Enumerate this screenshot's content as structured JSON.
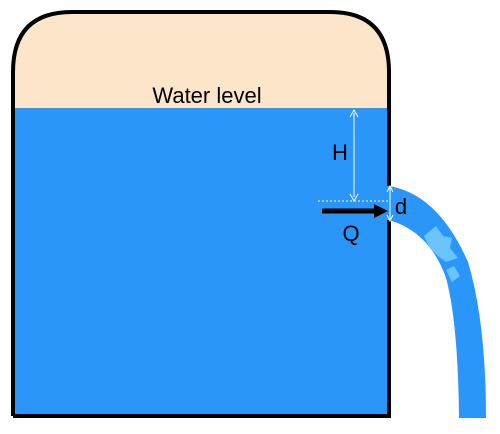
{
  "labels": {
    "water_level": "Water level",
    "head": "H",
    "diameter": "d",
    "flow": "Q"
  },
  "colors": {
    "water": "#2b96fa",
    "water_highlight": "#6cc2fb",
    "air": "#fce5c8",
    "outline": "#000000",
    "dimension_line": "#ffffff"
  }
}
